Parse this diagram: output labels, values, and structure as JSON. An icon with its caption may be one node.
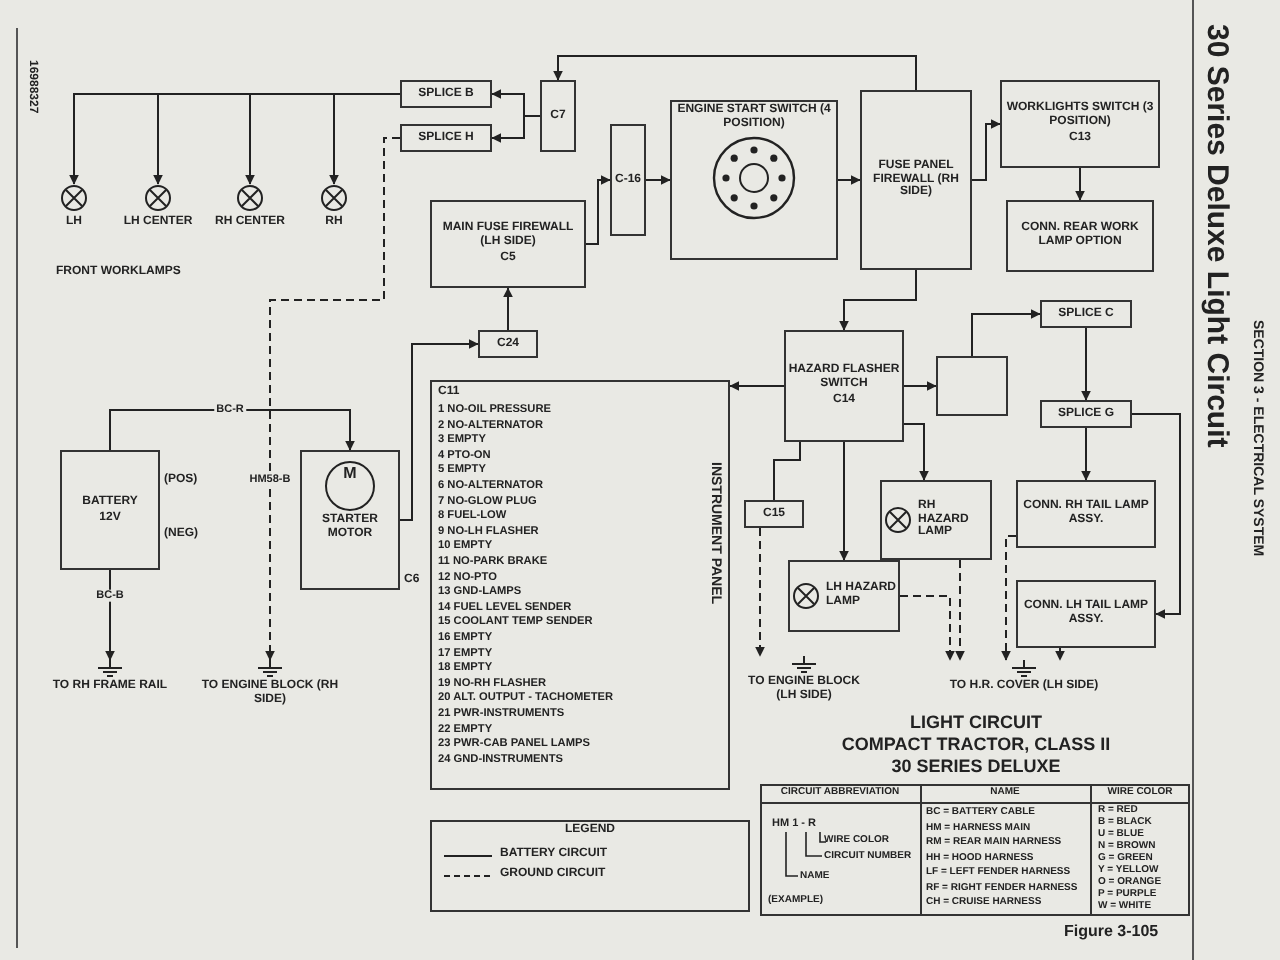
{
  "diagram": {
    "title": "30 Series Deluxe Light Circuit",
    "caption": "Figure 3-105",
    "nodes": [
      {
        "text": [
          "LH"
        ]
      },
      {
        "text": [
          "LH CENTER"
        ]
      },
      {
        "text": [
          "RH CENTER"
        ]
      },
      {
        "text": [
          "RH"
        ]
      },
      {
        "text": [
          "SPLICE B"
        ]
      },
      {
        "text": [
          "SPLICE H"
        ]
      },
      {
        "text": [
          "C7"
        ]
      },
      {
        "text": [
          "MAIN FUSE FIREWALL (LH SIDE)",
          "C5"
        ]
      },
      {
        "text": [
          "C-16"
        ]
      },
      {
        "text": [
          "ENGINE START SWITCH (4 POSITION)"
        ]
      },
      {
        "text": [
          "FUSE PANEL FIREWALL (RH SIDE)"
        ]
      },
      {
        "text": [
          "WORKLIGHTS SWITCH (3 POSITION)",
          "C13"
        ]
      },
      {
        "text": [
          "CONN. REAR WORK LAMP OPTION"
        ]
      },
      {
        "text": [
          "C24"
        ]
      },
      {
        "text": [
          "BATTERY",
          "12V"
        ],
        "beside": [
          "(POS)",
          "(NEG)"
        ]
      },
      {
        "text": [
          "STARTER MOTOR"
        ],
        "beside": [
          "C6"
        ]
      },
      {
        "text": [
          "C11",
          "INSTRUMENT PANEL"
        ]
      },
      {
        "text": [
          "TO RH FRAME RAIL"
        ]
      },
      {
        "text": [
          "TO ENGINE BLOCK (RH SIDE)"
        ]
      },
      {
        "text": [
          "HAZARD FLASHER SWITCH",
          "C14"
        ]
      },
      {
        "text": [],
        "shape": "box"
      },
      {
        "text": [
          "SPLICE C"
        ]
      },
      {
        "text": [
          "SPLICE G"
        ]
      },
      {
        "text": [
          "C15"
        ]
      },
      {
        "text": [
          "RH HAZARD LAMP"
        ]
      },
      {
        "text": [
          "CONN. RH TAIL LAMP ASSY."
        ]
      },
      {
        "text": [
          "LH HAZARD LAMP"
        ]
      },
      {
        "text": [
          "CONN. LH TAIL LAMP ASSY."
        ]
      },
      {
        "text": [
          "TO ENGINE BLOCK (LH SIDE)"
        ]
      },
      {
        "text": [
          "TO H.R. COVER (LH SIDE)"
        ]
      }
    ],
    "edges": [
      {
        "from": 14,
        "to": 15,
        "arrow": "to",
        "label": "BC-R"
      },
      {
        "from": 14,
        "to": 17,
        "arrow": "to",
        "label": "BC-B"
      },
      {
        "from": 15,
        "to": 13,
        "arrow": "to"
      },
      {
        "from": 13,
        "to": 7,
        "arrow": "to"
      },
      {
        "from": 7,
        "to": 8,
        "arrow": "to"
      },
      {
        "from": 8,
        "to": 9,
        "arrow": "to"
      },
      {
        "from": 9,
        "to": 10,
        "arrow": "to"
      },
      {
        "from": 10,
        "to": 6,
        "arrow": "to"
      },
      {
        "from": 6,
        "to": 4,
        "arrow": "to"
      },
      {
        "from": 6,
        "to": 5,
        "arrow": "to"
      },
      {
        "from": 4,
        "to": 0,
        "arrow": "to"
      },
      {
        "from": 4,
        "to": 1,
        "arrow": "to"
      },
      {
        "from": 4,
        "to": 2,
        "arrow": "to"
      },
      {
        "from": 4,
        "to": 3,
        "arrow": "to"
      },
      {
        "from": 5,
        "to": 18,
        "arrow": "to",
        "label": "HM58-B",
        "style": "dashed"
      },
      {
        "from": 10,
        "to": 11,
        "arrow": "to"
      },
      {
        "from": 11,
        "to": 12,
        "arrow": "to"
      },
      {
        "from": 10,
        "to": 19,
        "arrow": "to"
      },
      {
        "from": 19,
        "to": 20,
        "arrow": "to"
      },
      {
        "from": 20,
        "to": 21,
        "arrow": "to"
      },
      {
        "from": 21,
        "to": 22,
        "arrow": "to"
      },
      {
        "from": 22,
        "to": 25,
        "arrow": "to"
      },
      {
        "from": 22,
        "to": 27,
        "arrow": "to"
      },
      {
        "from": 19,
        "to": 24,
        "arrow": "to"
      },
      {
        "from": 19,
        "to": 26,
        "arrow": "to"
      },
      {
        "from": 19,
        "to": 16,
        "arrow": "to"
      },
      {
        "from": 19,
        "to": 23,
        "arrow": "none"
      },
      {
        "from": 23,
        "to": 28,
        "arrow": "to",
        "style": "dashed"
      },
      {
        "from": 24,
        "to": 29,
        "arrow": "to",
        "style": "dashed"
      },
      {
        "from": 25,
        "to": 29,
        "arrow": "to",
        "style": "dashed"
      },
      {
        "from": 27,
        "to": 29,
        "arrow": "to",
        "style": "dashed"
      },
      {
        "from": 26,
        "to": 29,
        "arrow": "to",
        "style": "dashed"
      }
    ],
    "labels": [
      "16988327",
      "SECTION 3 - ELECTRICAL SYSTEM",
      "FRONT WORKLAMPS",
      "1 NO-OIL PRESSURE",
      "2 NO-ALTERNATOR",
      "3 EMPTY",
      "4 PTO-ON",
      "5 EMPTY",
      "6 NO-ALTERNATOR",
      "7 NO-GLOW PLUG",
      "8 FUEL-LOW",
      "9 NO-LH FLASHER",
      "10 EMPTY",
      "11 NO-PARK BRAKE",
      "12 NO-PTO",
      "13 GND-LAMPS",
      "14 FUEL LEVEL SENDER",
      "15 COOLANT TEMP SENDER",
      "16 EMPTY",
      "17 EMPTY",
      "18 EMPTY",
      "19 NO-RH FLASHER",
      "20 ALT. OUTPUT - TACHOMETER",
      "21 PWR-INSTRUMENTS",
      "22 EMPTY",
      "23 PWR-CAB PANEL LAMPS",
      "24 GND-INSTRUMENTS",
      "LIGHT CIRCUIT",
      "COMPACT TRACTOR, CLASS II",
      "30 SERIES DELUXE",
      "LEGEND",
      "CIRCUIT ABBREVIATION",
      "NAME",
      "WIRE COLOR",
      "HM 1 - R",
      "WIRE COLOR",
      "CIRCUIT NUMBER",
      "NAME",
      "(EXAMPLE)",
      "BC = BATTERY CABLE",
      "HM = HARNESS MAIN",
      "RM = REAR MAIN HARNESS",
      "HH = HOOD HARNESS",
      "LF = LEFT FENDER HARNESS",
      "RF = RIGHT FENDER HARNESS",
      "CH = CRUISE HARNESS",
      "R = RED",
      "B = BLACK",
      "U = BLUE",
      "N = BROWN",
      "G = GREEN",
      "Y = YELLOW",
      "O = ORANGE",
      "P = PURPLE",
      "W = WHITE",
      "M"
    ],
    "legend": [
      {
        "text": "BATTERY CIRCUIT"
      },
      {
        "text": "GROUND CIRCUIT"
      }
    ]
  }
}
